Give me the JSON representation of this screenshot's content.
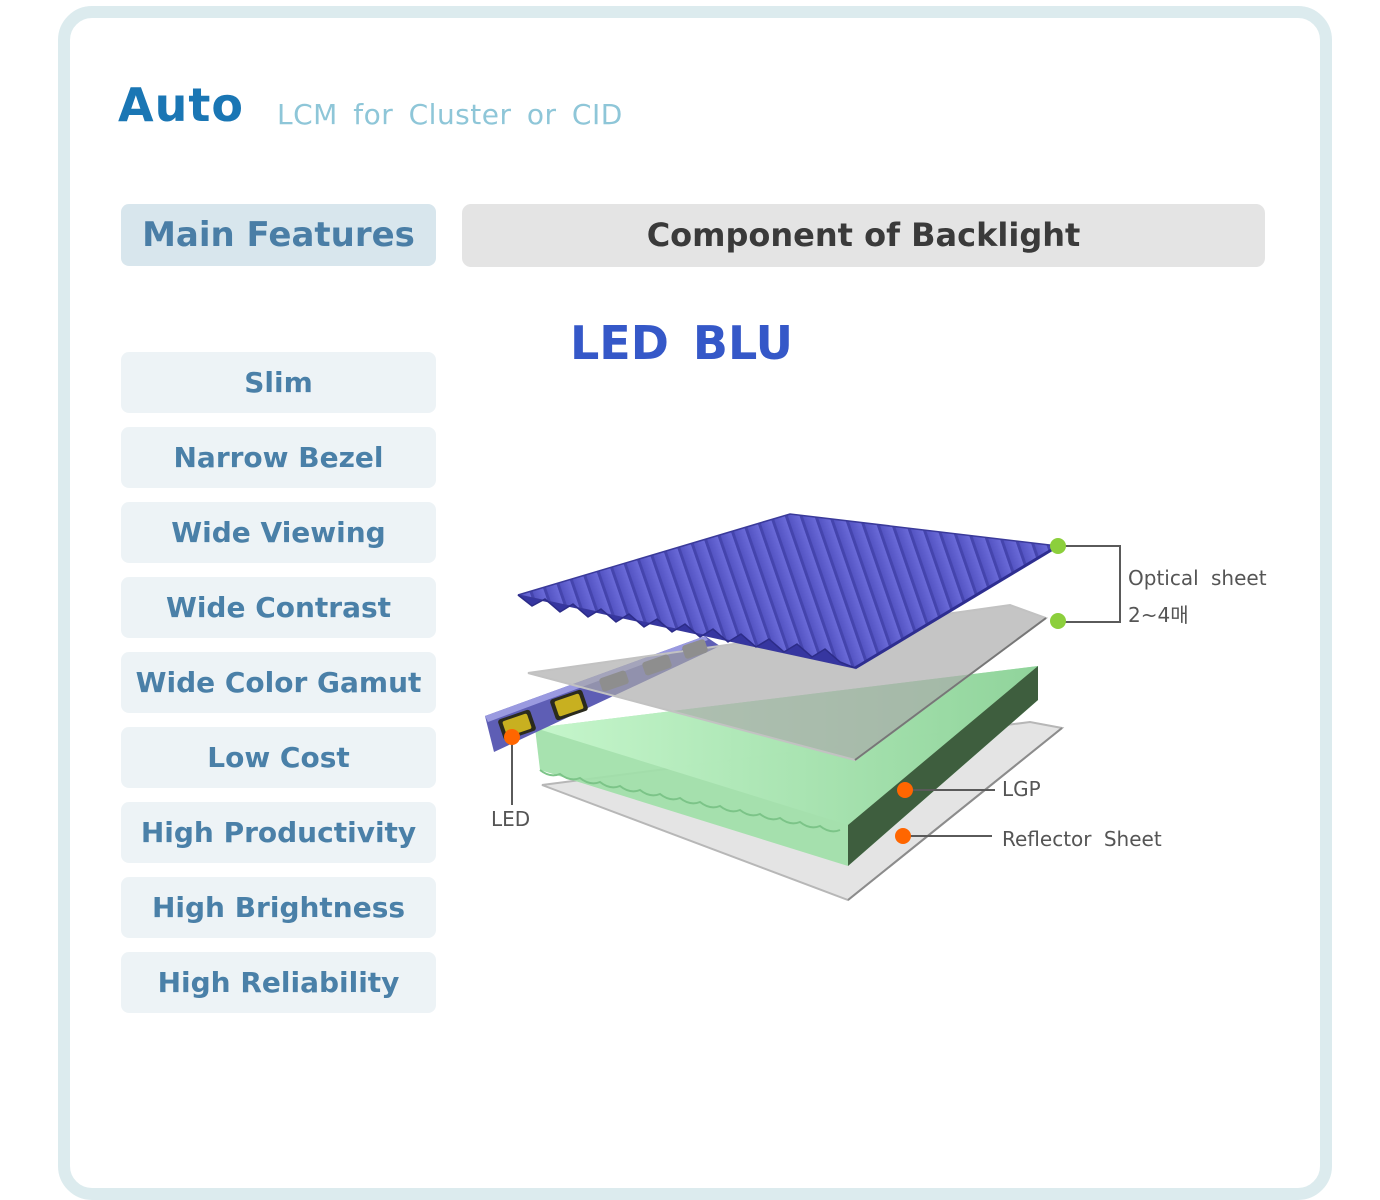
{
  "header": {
    "brand": "Auto",
    "subtitle": "LCM for Cluster or CID"
  },
  "main_features": {
    "title": "Main Features",
    "items": [
      "Slim",
      "Narrow Bezel",
      "Wide Viewing",
      "Wide Contrast",
      "Wide Color Gamut",
      "Low Cost",
      "High Productivity",
      "High Brightness",
      "High Reliability"
    ]
  },
  "component_panel": {
    "title": "Component of Backlight",
    "diagram_title": "LED BLU",
    "labels": {
      "optical_sheet": "Optical sheet",
      "optical_sheet_count": "2~4매",
      "led": "LED",
      "lgp": "LGP",
      "reflector": "Reflector Sheet"
    }
  },
  "colors": {
    "brand": "#1a76b4",
    "subtitle": "#8ec6d8",
    "feature_text": "#4a80a8",
    "diagram_title": "#3558c8",
    "marker_green": "#8ccf3c",
    "marker_orange": "#ff6600",
    "prism_sheet": "#5252c2",
    "lgp": "#a8e3b0"
  }
}
